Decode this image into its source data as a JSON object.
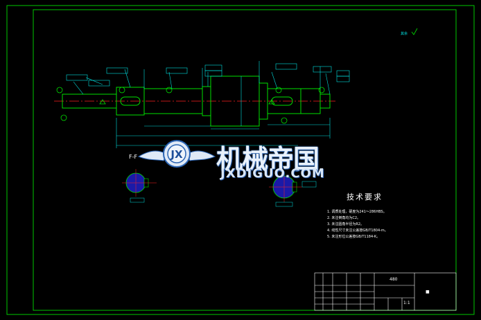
{
  "drawing": {
    "section_label": "F-F",
    "scale": "1:1",
    "title_block_part": "480",
    "title_block_mark": "■",
    "surface_symbol": "✓"
  },
  "tech_requirements": {
    "title": "技术要求",
    "items": [
      "1. 调质处理，硬度为241～286HBS。",
      "2. 未注倒角均为C2。",
      "3. 未注圆角半径为R2。",
      "4. 线性尺寸未注公差按GB/T1804-m。",
      "5. 未注形位公差按GB/T1184-K。"
    ]
  },
  "watermark": {
    "cn": "机械帝国",
    "en": "JXDIGUO.COM",
    "logo_letters": "JX"
  },
  "colors": {
    "frame": "#00d000",
    "dim": "#00e0e0",
    "part": "#00e000",
    "center": "#ff2020",
    "section_fill": "#1a1aa8",
    "text": "#ffffff"
  }
}
